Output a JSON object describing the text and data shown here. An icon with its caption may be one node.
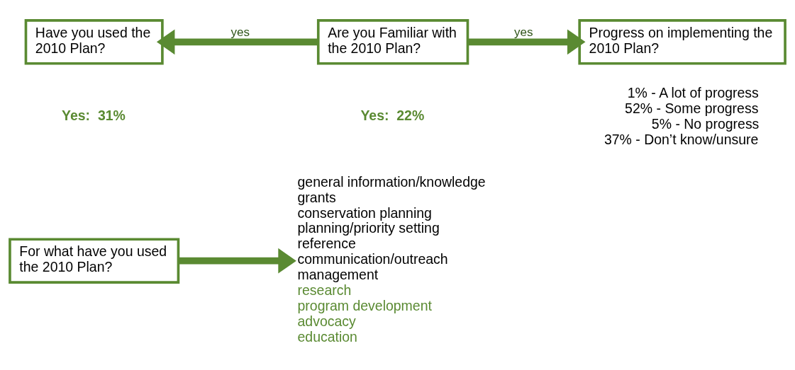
{
  "diagram": {
    "nodes": [
      {
        "text": [
          "Are you Familiar with the 2010 Plan?"
        ],
        "beside": [
          "Yes:  22%"
        ]
      },
      {
        "text": [
          "Have you used the 2010 Plan?"
        ],
        "beside": [
          "Yes:  31%"
        ]
      },
      {
        "text": [
          "Progress on implementing the 2010 Plan?"
        ],
        "beside": [
          "1% - A lot of progress",
          "52% - Some progress",
          "5% - No progress",
          "37% - Don’t know/unsure"
        ]
      },
      {
        "text": [
          "For what have you used the 2010 Plan?"
        ]
      },
      {
        "text": [
          "general information/knowledge",
          "grants",
          "conservation planning",
          "planning/priority setting",
          "reference",
          "communication/outreach",
          "management",
          "research",
          "program development",
          "advocacy",
          "education"
        ]
      }
    ],
    "edges": [
      {
        "from": 0,
        "to": 1,
        "arrow": "to",
        "label": "yes"
      },
      {
        "from": 0,
        "to": 2,
        "arrow": "to",
        "label": "yes"
      },
      {
        "from": 3,
        "to": 4,
        "arrow": "to"
      }
    ]
  }
}
